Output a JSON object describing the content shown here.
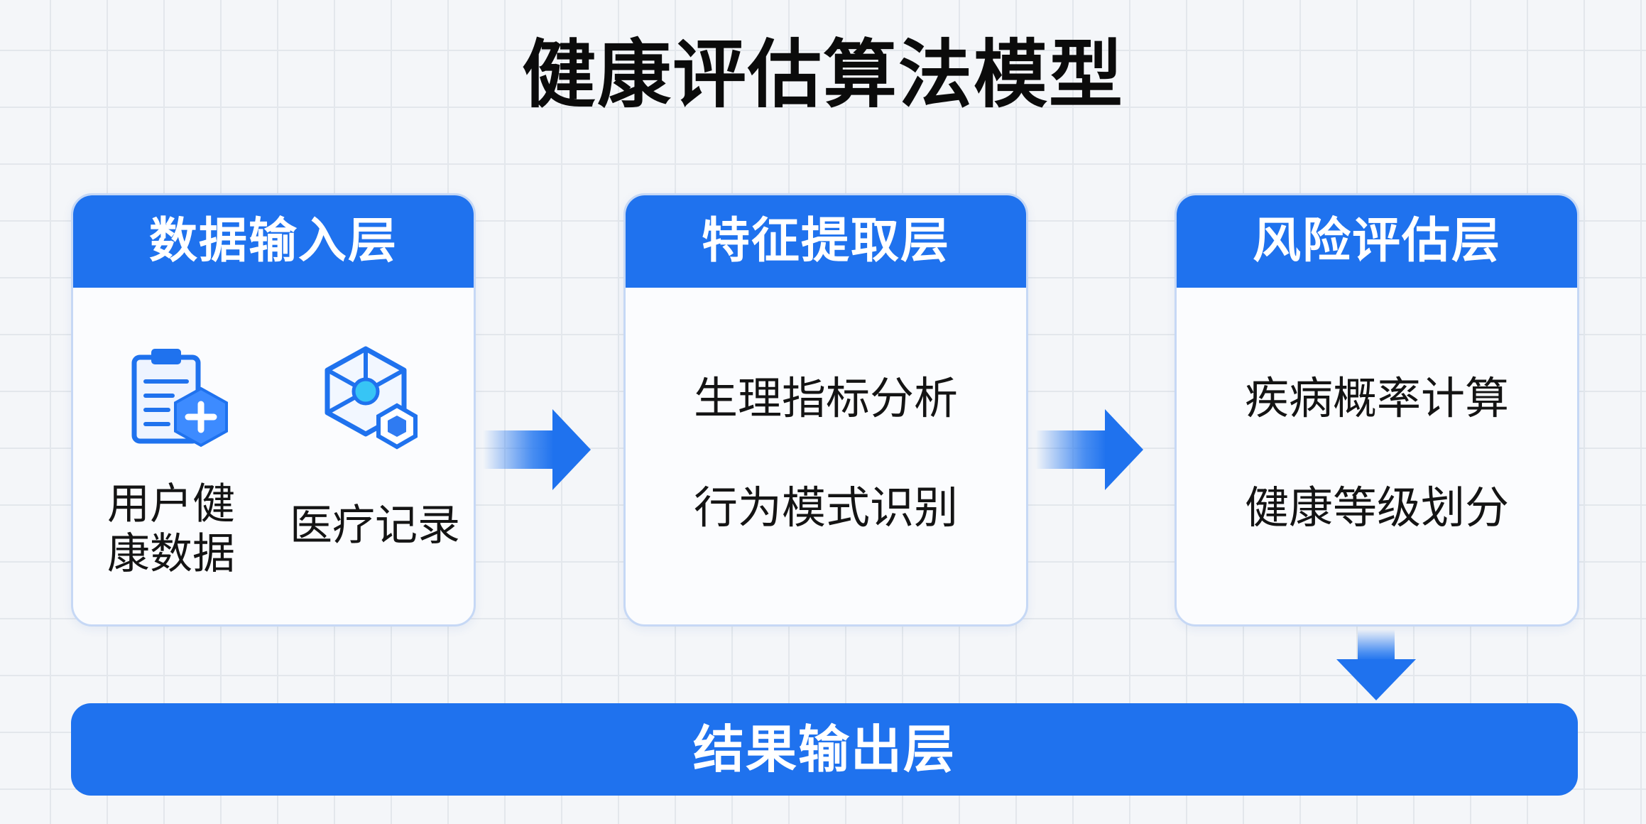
{
  "title": "健康评估算法模型",
  "colors": {
    "accent": "#1f72ee",
    "border": "#c6d8f5",
    "grid": "#e3e7ec"
  },
  "boxes": [
    {
      "header": "数据输入层",
      "icons": [
        {
          "icon": "clipboard-medical-icon",
          "label": "用户健康数据"
        },
        {
          "icon": "cube-network-icon",
          "label": "医疗记录"
        }
      ]
    },
    {
      "header": "特征提取层",
      "items": [
        "生理指标分析",
        "行为模式识别"
      ]
    },
    {
      "header": "风险评估层",
      "items": [
        "疾病概率计算",
        "健康等级划分"
      ]
    }
  ],
  "output": {
    "label": "结果输出层"
  }
}
